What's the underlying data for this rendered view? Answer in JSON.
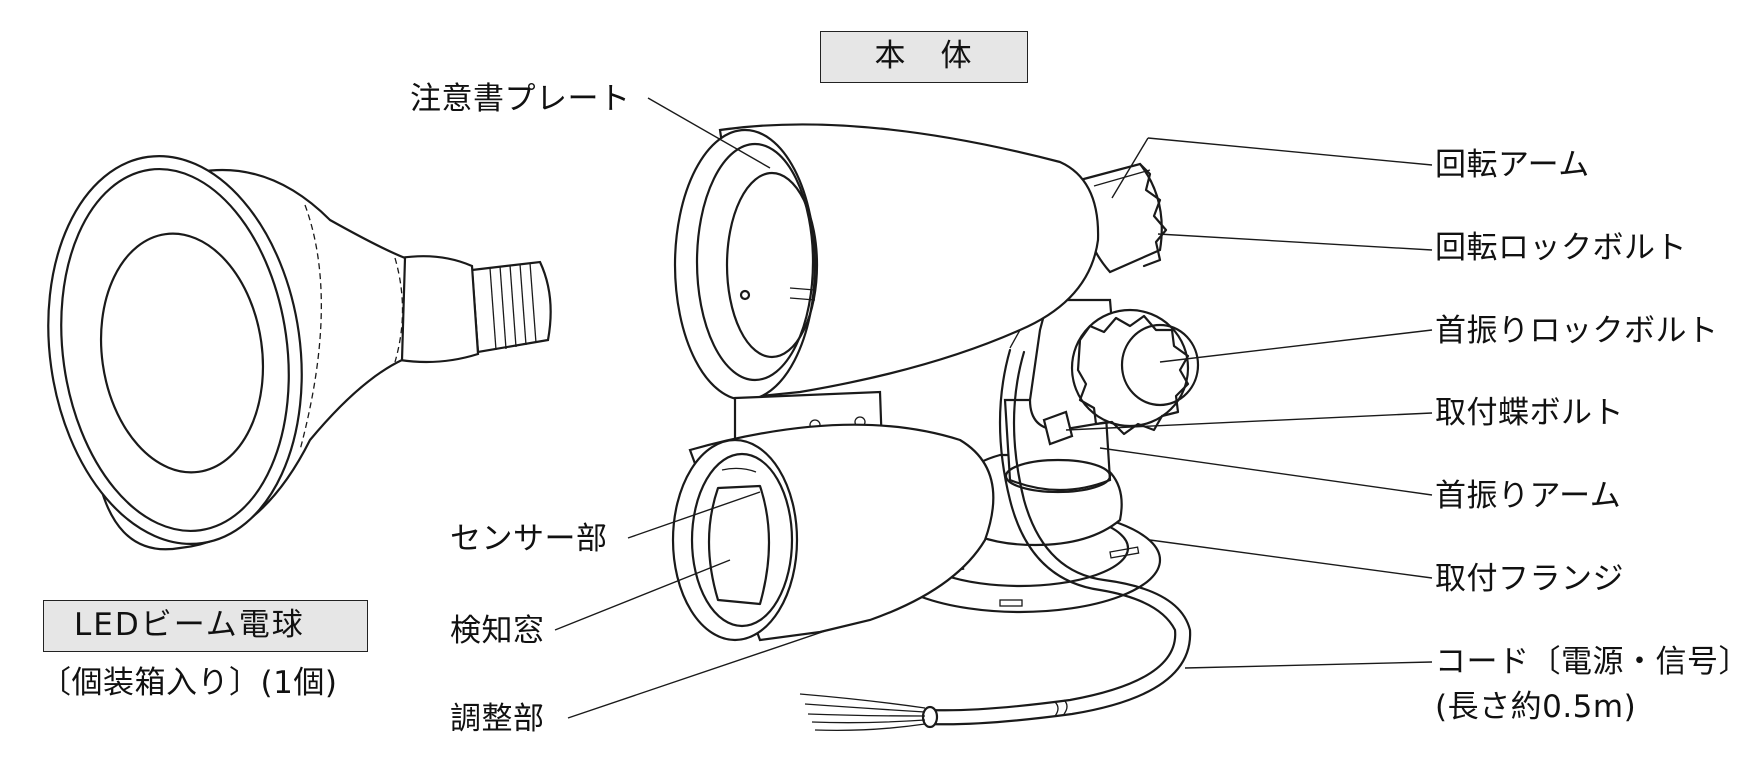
{
  "body_title": "本　体",
  "bulb": {
    "name": "LEDビーム電球",
    "note": "〔個装箱入り〕(1個)"
  },
  "labels": {
    "caution_plate": "注意書プレート",
    "rotation_arm": "回転アーム",
    "rotation_lock_bolt": "回転ロックボルト",
    "swing_lock_bolt": "首振りロックボルト",
    "mounting_wing_bolt": "取付蝶ボルト",
    "swing_arm": "首振りアーム",
    "mounting_flange": "取付フランジ",
    "cord_line1": "コード〔電源・信号〕",
    "cord_line2": "(長さ約0.5m)",
    "sensor": "センサー部",
    "detection_window": "検知窓",
    "adjustment": "調整部"
  }
}
